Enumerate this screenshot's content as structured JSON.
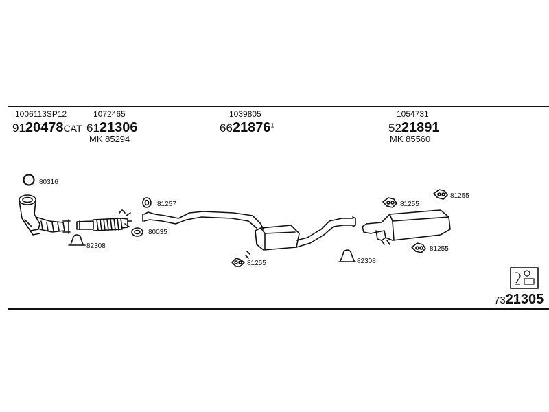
{
  "sections": [
    {
      "ref": "1006113SP12",
      "prefix": "91",
      "number": "20478",
      "suffix": "CAT"
    },
    {
      "ref": "1072465",
      "prefix": "61",
      "number": "21306",
      "mk": "MK  85294"
    },
    {
      "ref": "1039805",
      "prefix": "66",
      "number": "21876",
      "sup": "1"
    },
    {
      "ref": "1054731",
      "prefix": "52",
      "number": "21891",
      "mk": "MK  85560"
    }
  ],
  "parts": {
    "p80316": "80316",
    "p81257": "81257",
    "p80035": "80035",
    "p82308a": "82308",
    "p81255a": "81255",
    "p82308b": "82308",
    "p81255b": "81255",
    "p81255c": "81255",
    "p81255d": "81255"
  },
  "kit": {
    "prefix": "73",
    "number": "21305"
  }
}
